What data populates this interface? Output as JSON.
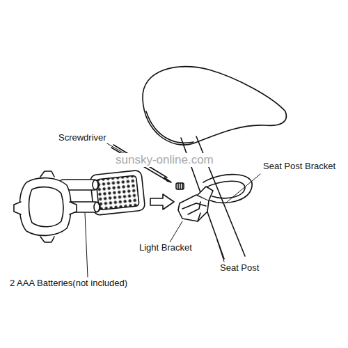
{
  "diagram": {
    "labels": [
      "Screwdriver",
      "sunsky-online.com",
      "Seat Post Bracket",
      "Light Bracket",
      "Seat Post",
      "2 AAA Batteries(not included)"
    ]
  }
}
